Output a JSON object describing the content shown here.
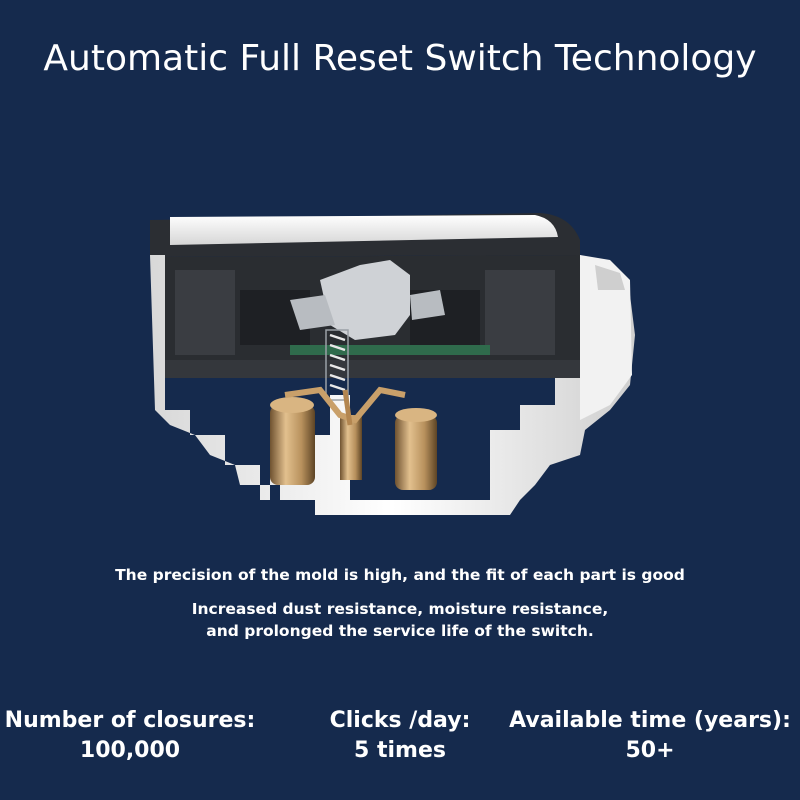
{
  "title": "Automatic Full Reset Switch Technology",
  "description": {
    "line1": "The precision of the mold is high, and the fit of each part is good",
    "line2": "Increased dust resistance, moisture resistance,",
    "line3": "and prolonged the service life of the switch."
  },
  "stats": [
    {
      "label": "Number of closures:",
      "value": "100,000"
    },
    {
      "label": "Clicks /day:",
      "value": "5 times"
    },
    {
      "label": "Available time (years):",
      "value": "50+"
    }
  ],
  "colors": {
    "background": "#152a4d",
    "text": "#ffffff",
    "housing": "#eeeeee",
    "internal": "#2a2d31",
    "copper": "#b8915d"
  },
  "illustration": "switch-cross-section"
}
